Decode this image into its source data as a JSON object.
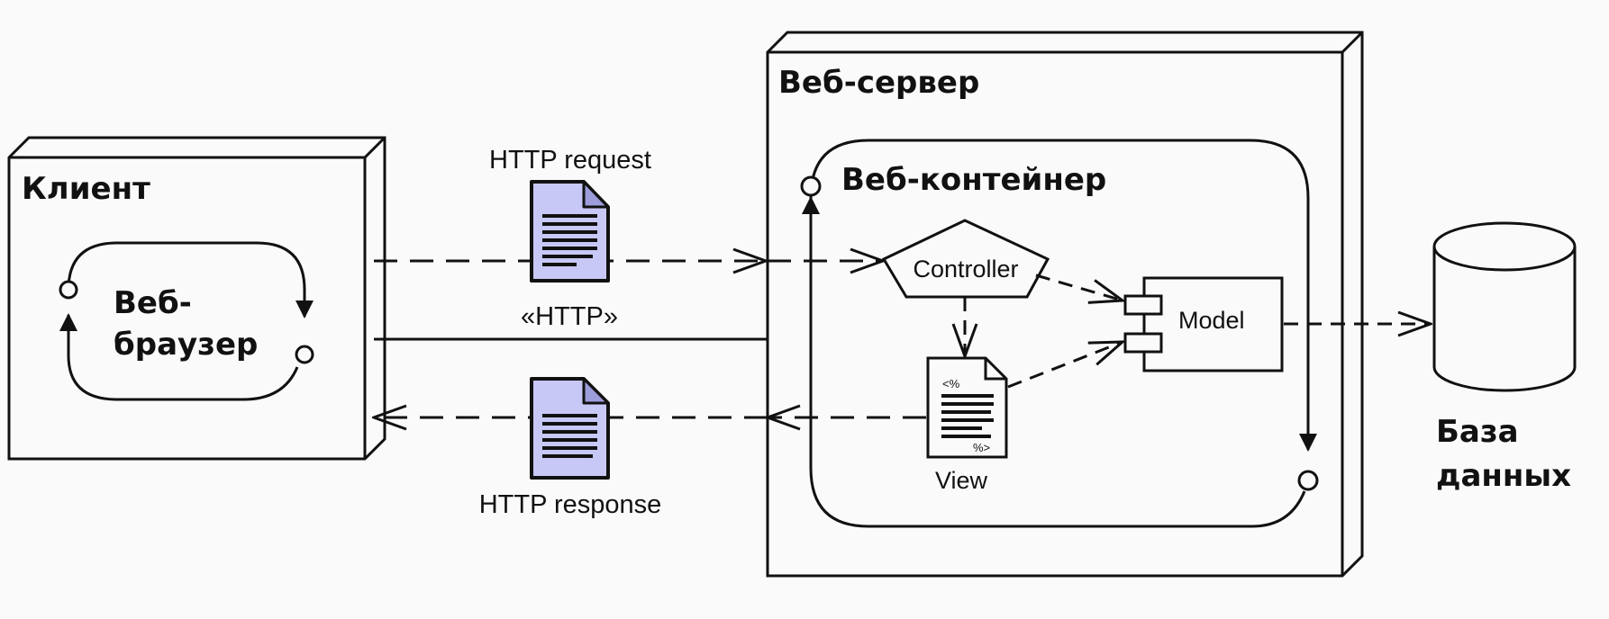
{
  "nodes": {
    "client": {
      "title": "Клиент"
    },
    "browser": {
      "title_line1": "Веб-",
      "title_line2": "браузер"
    },
    "server": {
      "title": "Веб-сервер"
    },
    "container": {
      "title": "Веб-контейнер"
    },
    "controller": {
      "label": "Controller"
    },
    "model": {
      "label": "Model"
    },
    "view": {
      "label": "View",
      "icon_top_text": "<%",
      "icon_bottom_text": "%>"
    },
    "database": {
      "title_line1": "База",
      "title_line2": "данных"
    }
  },
  "edges": {
    "request": {
      "label": "HTTP request"
    },
    "protocol": {
      "label": "«HTTP»"
    },
    "response": {
      "label": "HTTP response"
    }
  },
  "icons": {
    "request_document": "document-icon",
    "response_document": "document-icon",
    "view_page": "jsp-page-icon",
    "database": "database-cylinder-icon"
  },
  "colors": {
    "document_fill": "#c8c8f6",
    "line": "#111111",
    "background": "#fafafa"
  }
}
